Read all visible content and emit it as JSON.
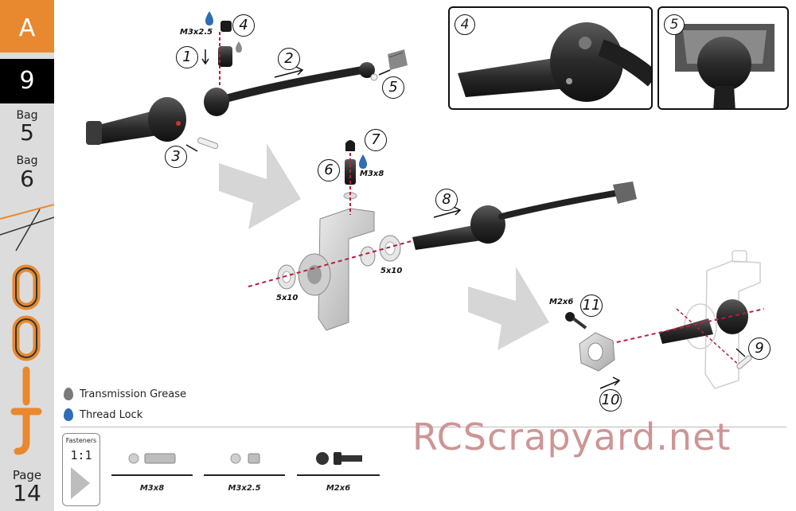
{
  "sidebar": {
    "section": "A",
    "step": "9",
    "bags": [
      {
        "label": "Bag",
        "number": "5"
      },
      {
        "label": "Bag",
        "number": "6"
      }
    ],
    "page_label": "Page",
    "page_number": "14",
    "colors": {
      "section_tab": "#e8892f",
      "step_tab": "#000000",
      "logo_stroke": "#e8892f"
    }
  },
  "callouts": [
    {
      "number": "4"
    },
    {
      "number": "5"
    }
  ],
  "steps": [
    "1",
    "2",
    "3",
    "4",
    "5",
    "6",
    "7",
    "8",
    "9",
    "10",
    "11"
  ],
  "part_labels": {
    "m3x2_5": "M3x2.5",
    "m3x8": "M3x8",
    "bearing_left": "5x10",
    "bearing_right": "5x10",
    "m2x6": "M2x6"
  },
  "legend": [
    {
      "label": "Transmission Grease",
      "icon": "grease-drop-icon",
      "color": "#7a7a7a"
    },
    {
      "label": "Thread Lock",
      "icon": "threadlock-drop-icon",
      "color": "#2f6db5"
    }
  ],
  "fasteners": {
    "title": "Fasteners",
    "scale": "1:1",
    "items": [
      {
        "label": "M3x8",
        "icon": "set-screw-long-icon"
      },
      {
        "label": "M3x2.5",
        "icon": "set-screw-short-icon"
      },
      {
        "label": "M2x6",
        "icon": "cap-screw-icon"
      }
    ]
  },
  "watermark": "RCScrapyard.net"
}
